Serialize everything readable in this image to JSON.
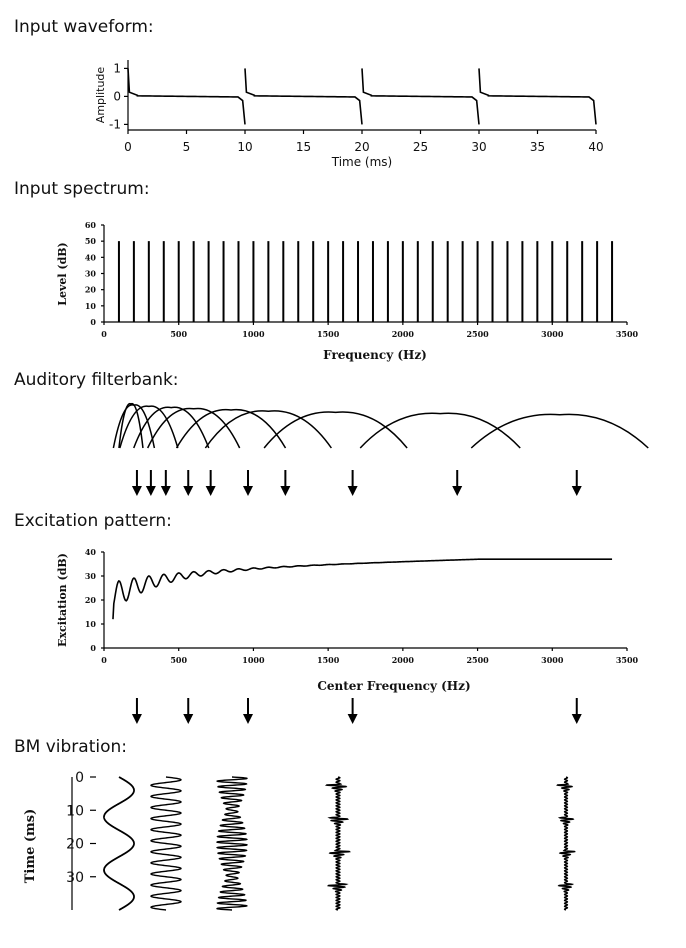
{
  "sections": {
    "waveform": "Input waveform:",
    "spectrum": "Input spectrum:",
    "filterbank": "Auditory filterbank:",
    "excitation": "Excitation pattern:",
    "bm": "BM vibration:"
  },
  "chart_data": [
    {
      "type": "line",
      "id": "waveform",
      "xlabel": "Time (ms)",
      "ylabel": "Amplitude",
      "xlim": [
        0,
        40
      ],
      "ylim": [
        -1.2,
        1.3
      ],
      "xticks": [
        "0",
        "5",
        "10",
        "15",
        "20",
        "25",
        "30",
        "35",
        "40"
      ],
      "yticks": [
        "-1",
        "0",
        "1"
      ],
      "pulse_times": [
        0,
        10,
        20,
        30,
        40
      ],
      "series": [
        {
          "peak": 1,
          "trough": -1
        }
      ]
    },
    {
      "type": "bar",
      "id": "spectrum",
      "xlabel": "Frequency (Hz)",
      "ylabel": "Level (dB)",
      "xlim": [
        0,
        3500
      ],
      "ylim": [
        0,
        60
      ],
      "xticks": [
        "0",
        "500",
        "1000",
        "1500",
        "2000",
        "2500",
        "3000",
        "3500"
      ],
      "yticks": [
        "0",
        "10",
        "20",
        "30",
        "40",
        "50",
        "60"
      ],
      "harmonic_spacing_hz": 100,
      "first_harmonic_hz": 100,
      "num_harmonics": 34,
      "level_db": 50
    },
    {
      "type": "line",
      "id": "excitation",
      "xlabel": "Center Frequency (Hz)",
      "ylabel": "Excitation (dB)",
      "xlim": [
        0,
        3500
      ],
      "ylim": [
        0,
        40
      ],
      "xticks": [
        "0",
        "500",
        "1000",
        "1500",
        "2000",
        "2500",
        "3000",
        "3500"
      ],
      "yticks": [
        "0",
        "10",
        "20",
        "30",
        "40"
      ],
      "start_level_db": 12,
      "end_level_db": 37,
      "ripple_hz": 100
    }
  ],
  "filterbank": {
    "filter_centers_hz": [
      100,
      200,
      300,
      450,
      600,
      850,
      1100,
      1550,
      2250,
      3050
    ],
    "output_arrows_hz": [
      100,
      200,
      300,
      450,
      600,
      850,
      1100,
      1550,
      2250,
      3050
    ]
  },
  "bm": {
    "ylabel": "Time (ms)",
    "yticks": [
      "0",
      "10",
      "20",
      "30"
    ],
    "channel_arrows_hz": [
      100,
      450,
      850,
      1550,
      3050
    ],
    "traces": [
      {
        "id": "bm-100",
        "cycles": 2.5,
        "envelope": "flat"
      },
      {
        "id": "bm-450",
        "cycles": 12,
        "envelope": "flat"
      },
      {
        "id": "bm-850",
        "cycles": 24,
        "envelope": "beating"
      },
      {
        "id": "bm-1550",
        "envelope": "pulsed",
        "pulses": 4
      },
      {
        "id": "bm-3050",
        "envelope": "pulsed",
        "pulses": 4
      }
    ]
  }
}
